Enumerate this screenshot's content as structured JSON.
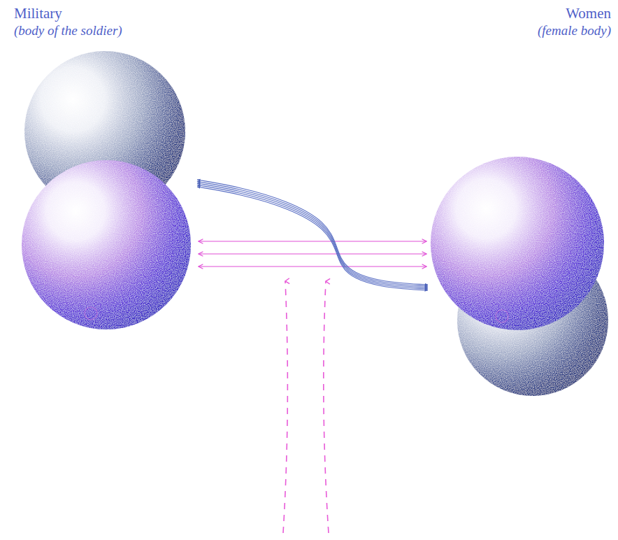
{
  "diagram": {
    "nodes": [
      {
        "text": [
          "Military",
          "(body of the soldier)"
        ]
      },
      {
        "text": [
          "Women",
          "(female body)"
        ]
      }
    ],
    "edges": [
      {
        "from": 0,
        "to": 1,
        "arrow": "both"
      },
      {
        "from": 0,
        "to": 1,
        "arrow": "both"
      },
      {
        "from": 0,
        "to": 1,
        "arrow": "both"
      },
      {
        "from": 0,
        "to": 1,
        "arrow": "both"
      },
      {
        "from": 0,
        "to": 1,
        "arrow": "both"
      },
      {
        "from": 0,
        "to": 1,
        "arrow": "both"
      },
      {
        "from": 0,
        "to": 1,
        "arrow": "both"
      },
      {
        "from": 0,
        "to": 1,
        "arrow": "both"
      }
    ]
  }
}
